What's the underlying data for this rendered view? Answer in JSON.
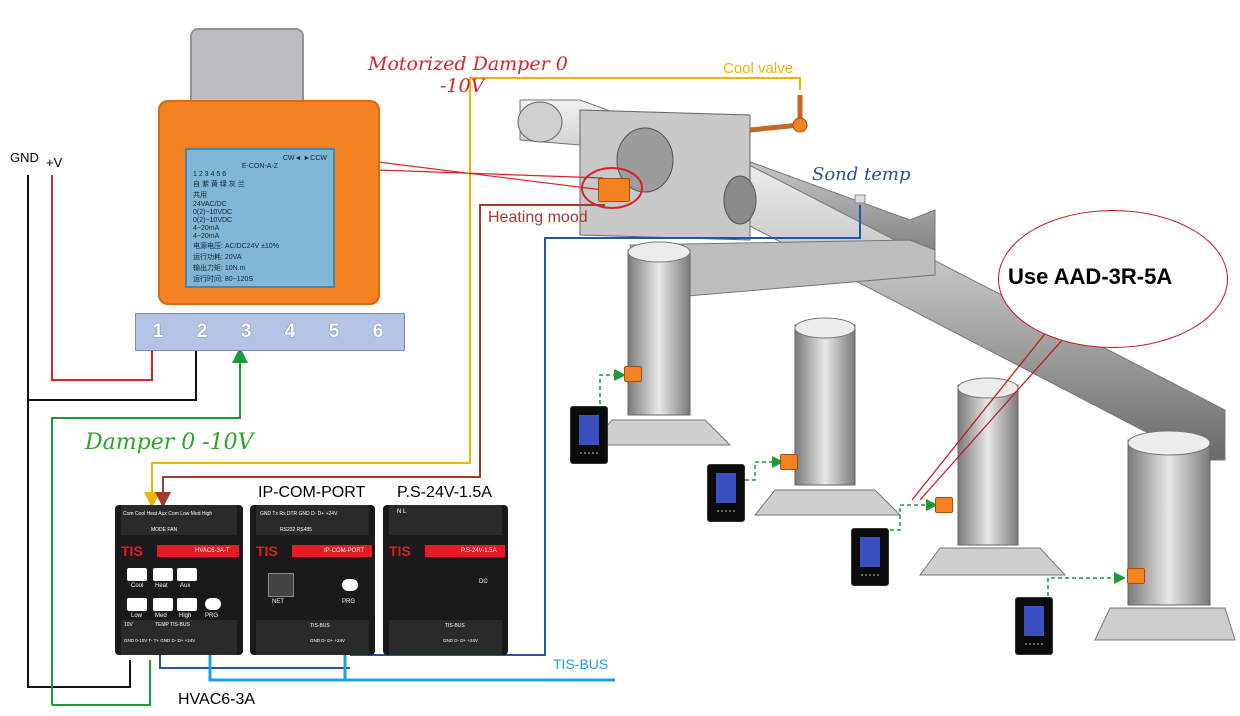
{
  "labels": {
    "gnd": "GND",
    "plus_v": "+V",
    "motorized_damper_line1": "Motorized Damper 0",
    "motorized_damper_line2": "-10V",
    "cool_valve": "Cool valve",
    "sond_temp": "Sond temp",
    "heating_mood": "Heating mood",
    "use_aad": "Use AAD-3R-5A",
    "damper_010v": "Damper 0 -10V",
    "ip_com_port": "IP-COM-PORT",
    "ps_24v": "P.S-24V-1.5A",
    "tis_bus": "TIS-BUS",
    "hvac6_3a": "HVAC6-3A"
  },
  "terminals": [
    "1",
    "2",
    "3",
    "4",
    "5",
    "6"
  ],
  "actuator_plate": {
    "model": "E-CON-A-Z",
    "direction": "CW◄  ►CCW",
    "lines": [
      "1 2 3 4 5 6",
      "自 紫 黄 绿 灰 兰",
      "共用",
      "24VAC/DC",
      "0(2)~10VDC",
      "0(2)~10VDC",
      "4~20mA",
      "4~20mA",
      "电源电压: AC/DC24V ±10%",
      "运行功耗: 20VA",
      "输出力矩: 10N.m",
      "运行时间: 80~120S"
    ]
  },
  "modules": {
    "hvac": {
      "brand": "TIS",
      "model": "HVAC6-3A-T",
      "top_terminals": "Com Cool Heat Aux Com Low Med High",
      "top_groups": "MODE     FAN",
      "buttons": [
        "Cool",
        "Heat",
        "Aux",
        "Low",
        "Med",
        "High"
      ],
      "prg": "PRG",
      "bottom_terminals": "GND 0-10V  T-  T+  GND  D-  D+  +24V",
      "bottom_groups": "TEMP   TIS-BUS",
      "bottom_left": "10V"
    },
    "ipcom": {
      "brand": "TIS",
      "model": "IP-COM-PORT",
      "top_terminals": "GND Tx Rx DTR GND D- D+ +24V",
      "top_groups": "RS232     RS485",
      "net": "NET",
      "prg": "PRG",
      "bottom_terminals": "GND D- D+ +24V",
      "bottom_groups": "TIS-BUS"
    },
    "psu": {
      "brand": "TIS",
      "model": "P.S-24V-1.5A",
      "top_terminals": "N  L",
      "dc": "DC",
      "bottom_terminals": "GND D- D+ +24V",
      "bottom_groups": "TIS-BUS"
    }
  },
  "colors": {
    "red_wire": "#d9232a",
    "black_wire": "#111111",
    "green_wire": "#1a9a3a",
    "yellow_wire": "#f0b400",
    "brown_wire": "#a23a2e",
    "blue_wire": "#2454a8",
    "bus_wire": "#1ea0dc",
    "damper_label": "#2aa52a",
    "motorized_label": "#d9232a",
    "sond_label": "#2a4f9c"
  }
}
